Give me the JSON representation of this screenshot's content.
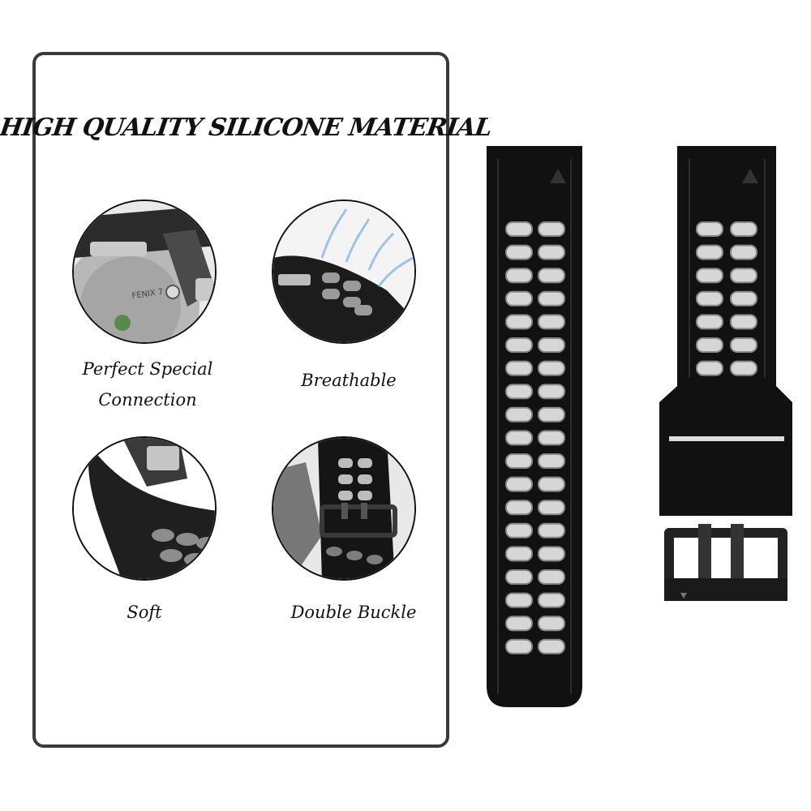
{
  "headline": "HIGH QUALITY SILICONE MATERIAL",
  "features": [
    {
      "label_line1": "Perfect Special",
      "label_line2": "Connection",
      "icon": "watch-connector-icon"
    },
    {
      "label_line1": "Breathable",
      "label_line2": "",
      "icon": "breathable-strap-icon"
    },
    {
      "label_line1": "Soft",
      "label_line2": "",
      "icon": "soft-strap-icon"
    },
    {
      "label_line1": "Double Buckle",
      "label_line2": "",
      "icon": "double-buckle-icon"
    }
  ],
  "watch_engraving": "FENIX 7",
  "colors": {
    "strap": "#111111",
    "holes": "#d6d6d6",
    "card_border": "#3a3a3a",
    "buckle": "#2a2a2a"
  }
}
